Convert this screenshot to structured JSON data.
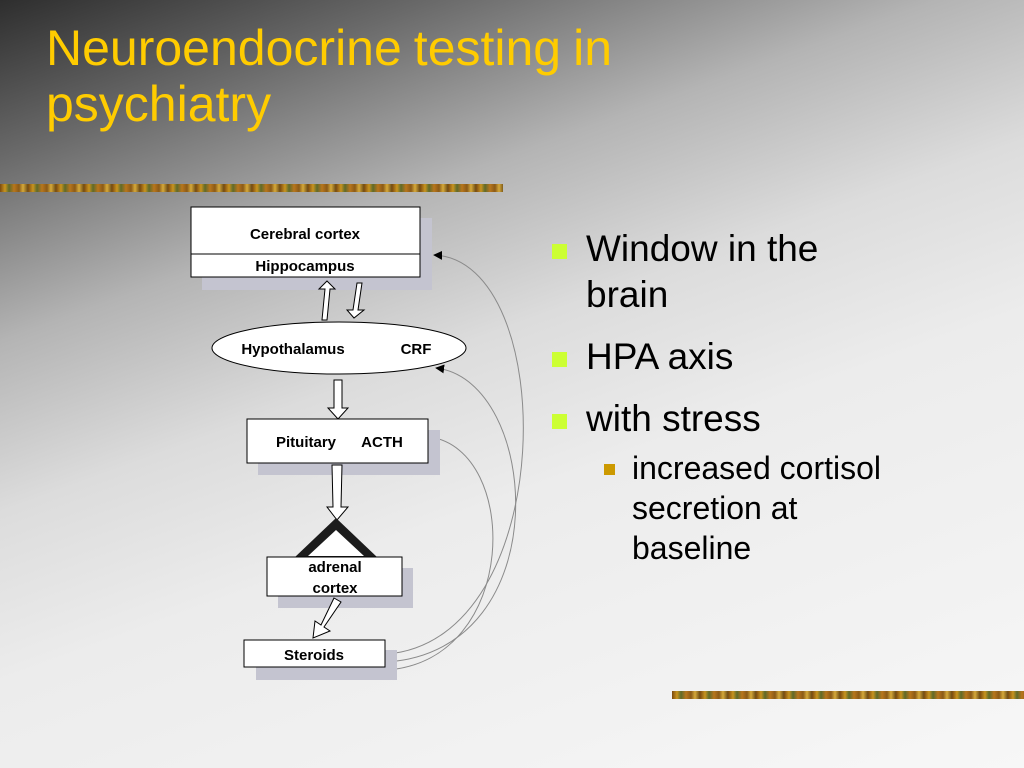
{
  "slide": {
    "title_words": [
      "Neuroendocrine",
      "testing",
      "in",
      "psychiatry"
    ]
  },
  "diagram": {
    "nodes": {
      "cerebral_cortex": "Cerebral cortex",
      "hippocampus": "Hippocampus",
      "hypothalamus": "Hypothalamus",
      "crf": "CRF",
      "pituitary": "Pituitary",
      "acth": "ACTH",
      "adrenal_line1": "adrenal",
      "adrenal_line2": "cortex",
      "steroids": "Steroids"
    }
  },
  "bullets": {
    "item1_line1": "Window in the",
    "item1_line2": "brain",
    "item2": "HPA axis",
    "item3": "with stress",
    "sub1_line1": "increased cortisol",
    "sub1_line2": "secretion at",
    "sub1_line3": "baseline"
  },
  "colors": {
    "title": "#ffcc00",
    "bullet_level1": "#ccff33",
    "bullet_level2": "#cc9900"
  }
}
